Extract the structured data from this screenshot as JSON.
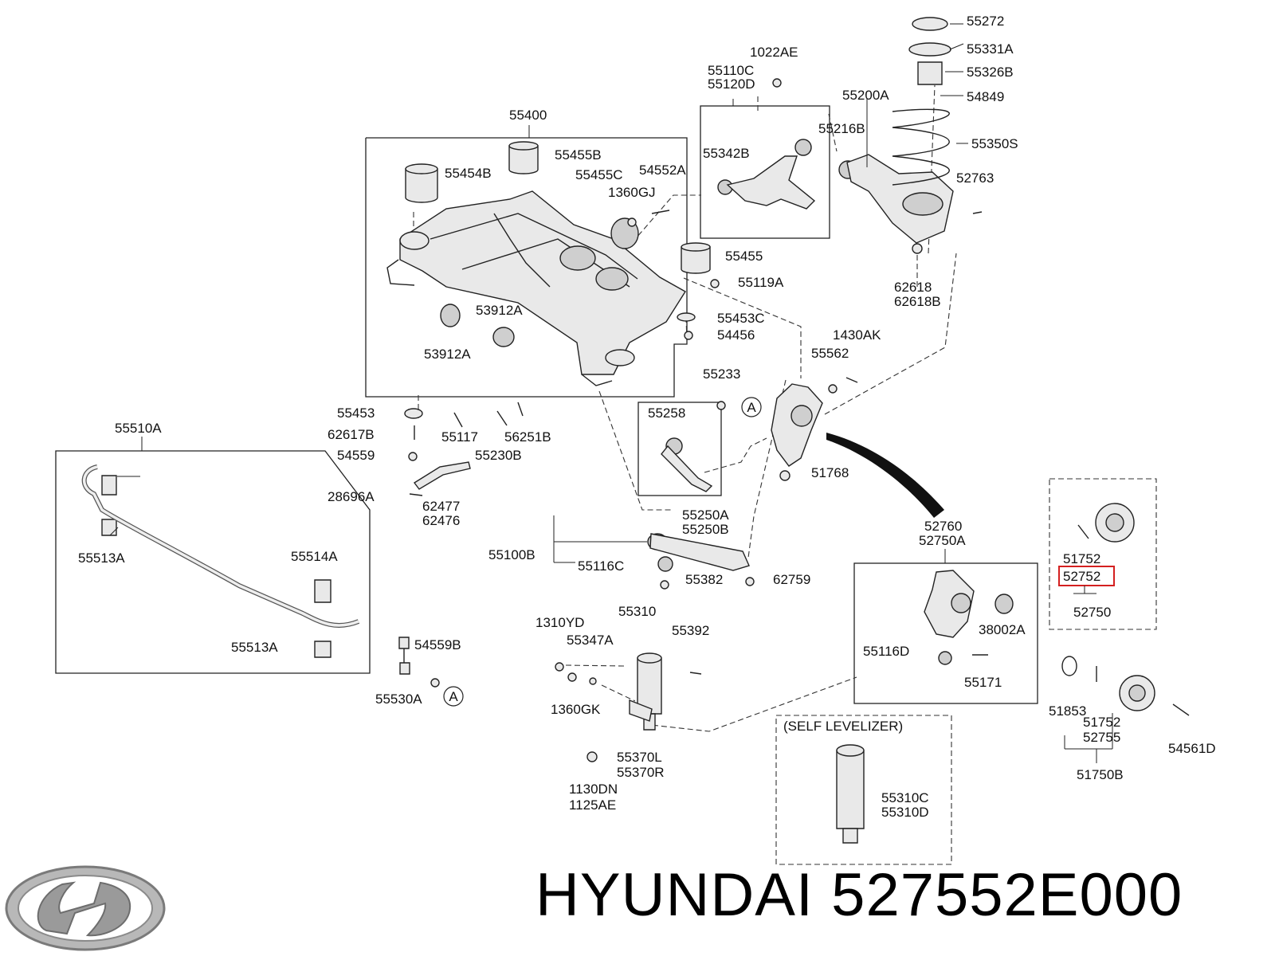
{
  "brand": {
    "name": "HYUNDAI",
    "part_number": "527552E000",
    "logo": "hyundai-logo"
  },
  "diagram": {
    "highlighted_part": "52752",
    "section_label": "(SELF LEVELIZER)",
    "reference_marker": "A",
    "labels": {
      "l55272": "55272",
      "l55331A": "55331A",
      "l55326B": "55326B",
      "l54849": "54849",
      "l55350S": "55350S",
      "l1022AE": "1022AE",
      "l55110C": "55110C",
      "l55120D": "55120D",
      "l55200A": "55200A",
      "l55216B": "55216B",
      "l55342B": "55342B",
      "l52763": "52763",
      "l55400": "55400",
      "l55455B": "55455B",
      "l55454B": "55454B",
      "l55455C": "55455C",
      "l54552A": "54552A",
      "l1360GJ": "1360GJ",
      "l55455": "55455",
      "l55119A": "55119A",
      "l53912A_1": "53912A",
      "l53912A_2": "53912A",
      "l55453C": "55453C",
      "l54456": "54456",
      "l62618": "62618",
      "l62618B": "62618B",
      "l1430AK": "1430AK",
      "l55562": "55562",
      "l55233": "55233",
      "l55453": "55453",
      "l55117": "55117",
      "l56251B": "56251B",
      "l62617B": "62617B",
      "l54559": "54559",
      "l55230B": "55230B",
      "l55258": "55258",
      "l51768": "51768",
      "l55510A": "55510A",
      "l28696A": "28696A",
      "l62477": "62477",
      "l62476": "62476",
      "l55250A": "55250A",
      "l55250B": "55250B",
      "l55513A_1": "55513A",
      "l55514A": "55514A",
      "l55513A_2": "55513A",
      "l54559B": "54559B",
      "l55530A": "55530A",
      "l52760": "52760",
      "l52750A": "52750A",
      "l55100B": "55100B",
      "l55116C": "55116C",
      "l55382": "55382",
      "l62759": "62759",
      "l51752_1": "51752",
      "l52752": "52752",
      "l52750": "52750",
      "l1310YD": "1310YD",
      "l55310": "55310",
      "l55347A": "55347A",
      "l55392": "55392",
      "l38002A": "38002A",
      "l55116D": "55116D",
      "l55171": "55171",
      "l1360GK": "1360GK",
      "l51853": "51853",
      "l51752_2": "51752",
      "l52755": "52755",
      "l54561D": "54561D",
      "l51750B": "51750B",
      "l55370L": "55370L",
      "l55370R": "55370R",
      "l1130DN": "1130DN",
      "l1125AE": "1125AE",
      "l55310C": "55310C",
      "l55310D": "55310D"
    }
  }
}
